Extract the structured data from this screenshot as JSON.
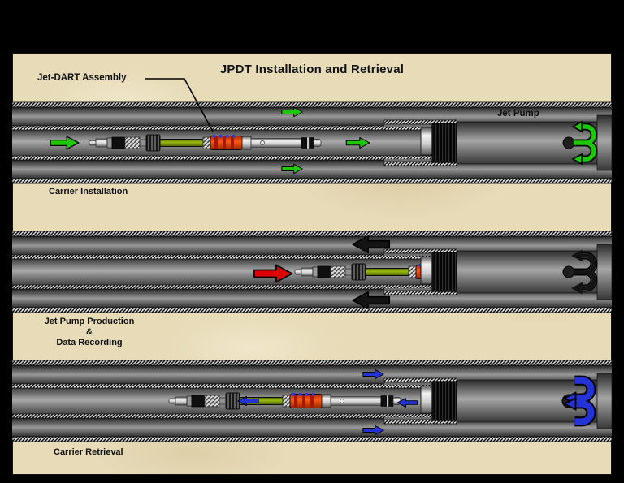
{
  "title": "JPDT Installation and Retrieval",
  "labels": {
    "jet_dart_assembly": "Jet-DART Assembly",
    "jet_pump": "Jet Pump"
  },
  "panels": [
    {
      "id": "carrier-installation",
      "caption_lines": [
        "Carrier Installation"
      ],
      "flow_color": "#1ec800",
      "flow_direction": "right"
    },
    {
      "id": "jet-pump-production-data-recording",
      "caption_lines": [
        "Jet Pump Production",
        "&",
        "Data Recording"
      ],
      "flow_color": "#141414",
      "power_fluid_color": "#dd0000",
      "flow_direction": "left"
    },
    {
      "id": "carrier-retrieval",
      "caption_lines": [
        "Carrier Retrieval"
      ],
      "flow_color": "#2333d6",
      "flow_direction": "reverse"
    }
  ],
  "colors": {
    "background": "#000000",
    "parchment": "#e7dbb8",
    "pipe_gray": "#8c8c8c",
    "rod_green": "#9cbc10",
    "dart_orange": "#f05010",
    "arrow_green": "#1ec800",
    "arrow_red": "#dd0000",
    "arrow_black": "#141414",
    "arrow_blue": "#2333d6"
  }
}
